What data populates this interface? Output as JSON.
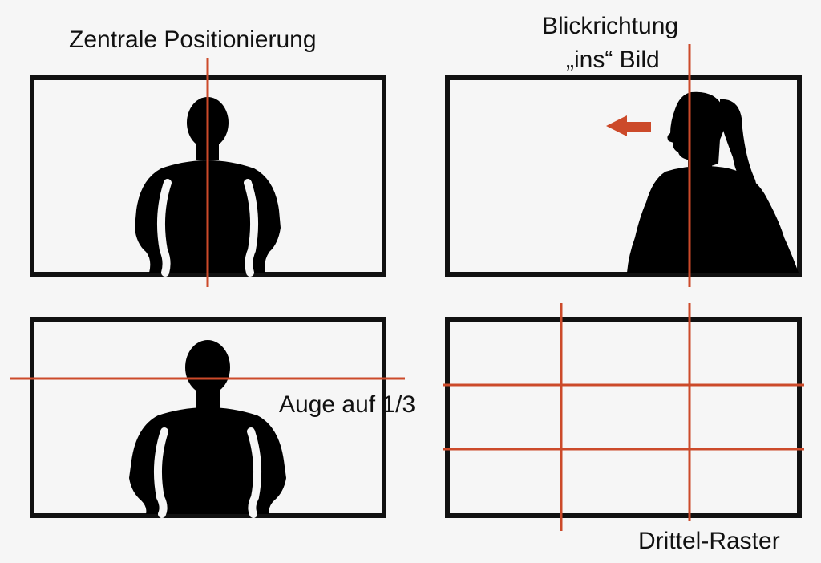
{
  "labels": {
    "central": "Zentrale Positionierung",
    "gaze_line1": "Blickrichtung",
    "gaze_line2": "„ins“ Bild",
    "eye": "Auge auf 1/3",
    "thirds": "Drittel-Raster"
  },
  "colors": {
    "frame": "#111111",
    "guide": "#cc4a2a",
    "silhouette": "#000000",
    "background": "#f6f6f6"
  },
  "icons": [
    "arrow-left-icon"
  ]
}
